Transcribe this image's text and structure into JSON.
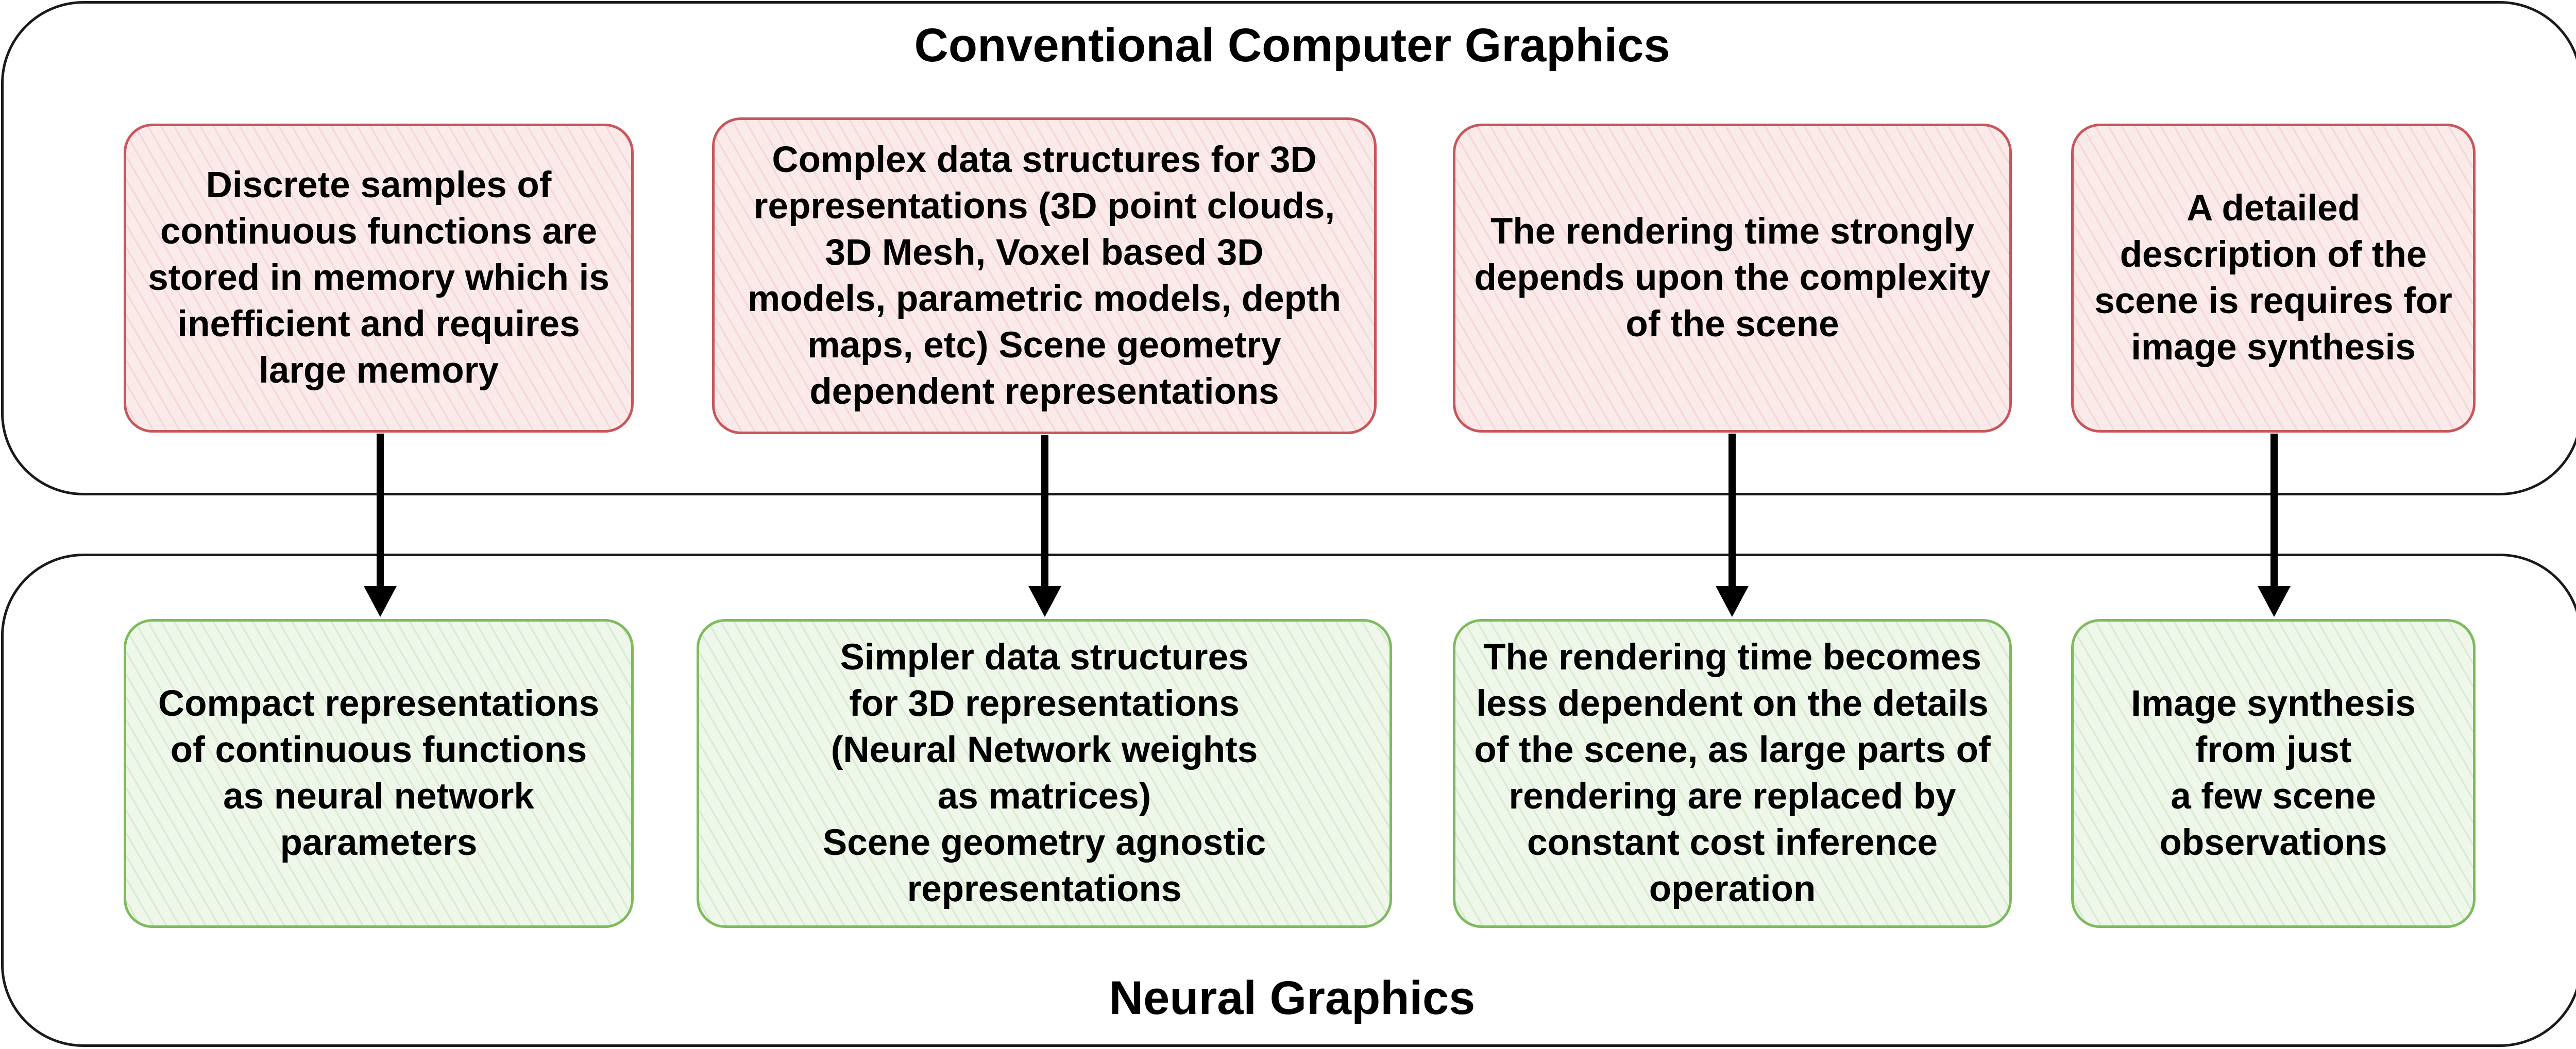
{
  "top_panel": {
    "title": "Conventional Computer Graphics",
    "boxes": [
      {
        "text": "Discrete samples of\ncontinuous functions are\nstored in memory which is\ninefficient and requires\nlarge memory"
      },
      {
        "text": "Complex data structures for 3D\nrepresentations (3D point clouds,\n3D Mesh, Voxel based 3D\nmodels, parametric models, depth\nmaps, etc) Scene geometry\ndependent representations"
      },
      {
        "text": "The rendering time strongly\ndepends upon the complexity\nof the scene"
      },
      {
        "text": "A detailed\ndescription of the\nscene is requires for\nimage synthesis"
      }
    ]
  },
  "bottom_panel": {
    "title": "Neural Graphics",
    "boxes": [
      {
        "text": "Compact representations\nof continuous functions\nas neural network\nparameters"
      },
      {
        "text": "Simpler data structures\nfor 3D representations\n(Neural Network weights\nas matrices)\nScene geometry agnostic\nrepresentations"
      },
      {
        "text": "The rendering time becomes\nless dependent on the details\nof the scene, as large parts of\nrendering are replaced by\nconstant cost inference\noperation"
      },
      {
        "text": "Image synthesis\nfrom just\na few scene\nobservations"
      }
    ]
  },
  "colors": {
    "conventional_border": "#c9565a",
    "conventional_fill": "#fbeaea",
    "neural_border": "#7dbb5c",
    "neural_fill": "#eef7ea",
    "arrow": "#000000"
  }
}
